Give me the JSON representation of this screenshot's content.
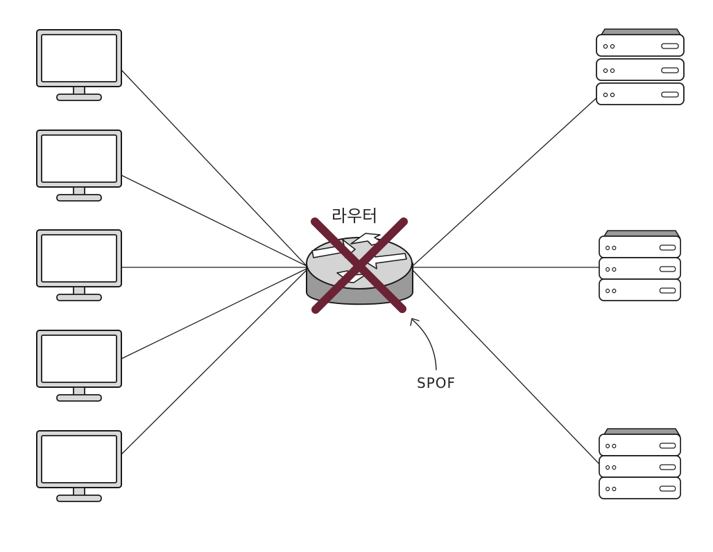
{
  "diagram": {
    "router_label": "라우터",
    "spof_label": "SPOF",
    "clients": [
      "monitor-1",
      "monitor-2",
      "monitor-3",
      "monitor-4",
      "monitor-5"
    ],
    "server_groups": [
      "server-stack-1",
      "server-stack-2",
      "server-stack-3"
    ],
    "router_failed": true,
    "colors": {
      "line": "#1a1a1a",
      "device_gray": "#d9d9d9",
      "device_dark": "#9a9a9a",
      "failure_cross": "#6b2234"
    }
  }
}
